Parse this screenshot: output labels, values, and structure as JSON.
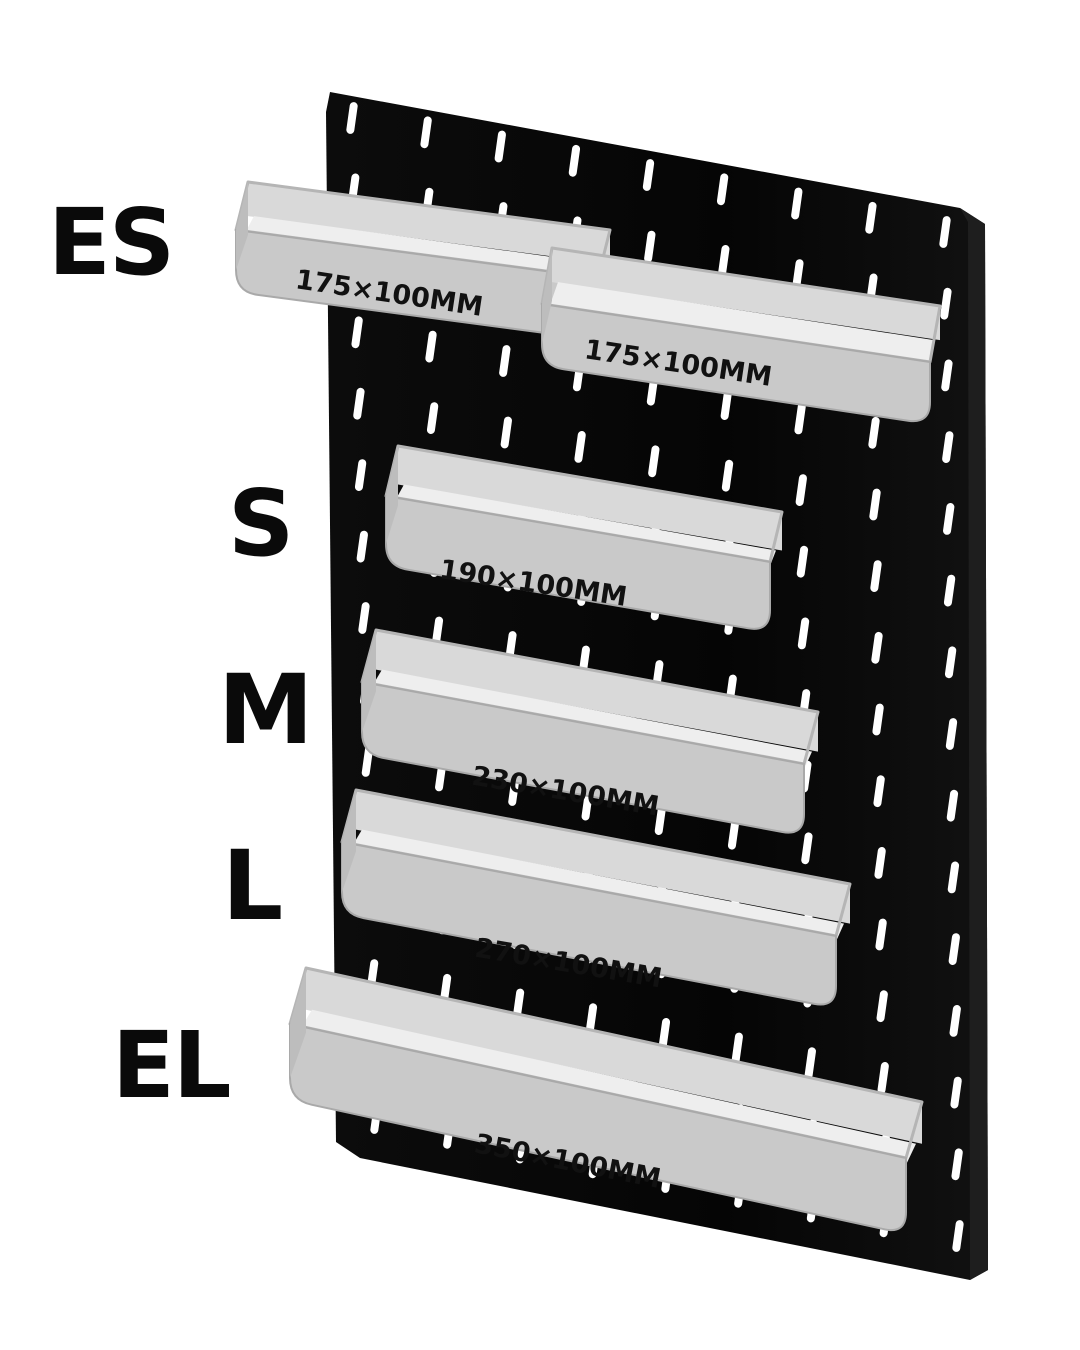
{
  "size_labels": {
    "es": "ES",
    "s": "S",
    "m": "M",
    "l": "L",
    "el": "EL"
  },
  "trays": [
    {
      "size": "ES",
      "dimension": "175×100MM"
    },
    {
      "size": "ES",
      "dimension": "175×100MM"
    },
    {
      "size": "S",
      "dimension": "190×100MM"
    },
    {
      "size": "M",
      "dimension": "230×100MM"
    },
    {
      "size": "L",
      "dimension": "270×100MM"
    },
    {
      "size": "EL",
      "dimension": "350×100MM"
    }
  ],
  "colors": {
    "pegboard": "#050505",
    "tray_body": "#c9c9c9",
    "tray_inner": "#eeeeee",
    "label_text": "#0a0a0a"
  }
}
